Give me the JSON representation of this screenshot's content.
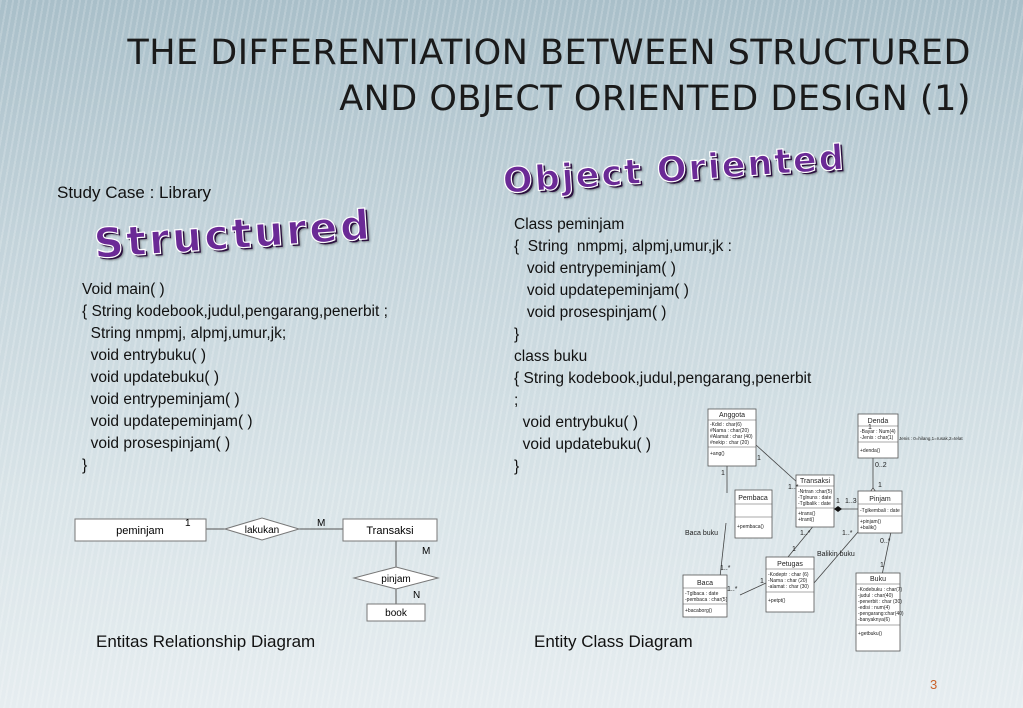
{
  "title": {
    "line1": "THE DIFFERENTIATION BETWEEN STRUCTURED",
    "line2": "AND OBJECT ORIENTED DESIGN (1)"
  },
  "study_case": "Study Case : Library",
  "structured": {
    "heading": "Structured",
    "code": "Void main( )\n{ String kodebook,judul,pengarang,penerbit ;\n  String nmpmj, alpmj,umur,jk;\n  void entrybuku( )\n  void updatebuku( )\n  void entrypeminjam( )\n  void updatepeminjam( )\n  void prosespinjam( )\n}"
  },
  "object_oriented": {
    "heading": "Object Oriented",
    "code": "Class peminjam\n{  String  nmpmj, alpmj,umur,jk :\n   void entrypeminjam( )\n   void updatepeminjam( )\n   void prosespinjam( )\n}\nclass buku\n{ String kodebook,judul,pengarang,penerbit\n;\n  void entrybuku( )\n  void updatebuku( )\n}"
  },
  "erd": {
    "peminjam": "peminjam",
    "lakukan": "lakukan",
    "transaksi": "Transaksi",
    "pinjam": "pinjam",
    "book": "book",
    "card_1": "1",
    "card_m1": "M",
    "card_m2": "M",
    "card_n": "N",
    "caption": "Entitas Relationship Diagram"
  },
  "class_diagram": {
    "caption": "Entity Class Diagram",
    "anggota": {
      "name": "Anggota",
      "attrs": [
        "-Kdid : char(6)",
        "#Nama : char(20)",
        "#Alamat : char (40)",
        "#nekip : char (20)"
      ],
      "ops": [
        "+ang()"
      ]
    },
    "denda": {
      "name": "Denda",
      "attrs": [
        "-Bayar : Num(4)",
        "-Jenis : char(1)"
      ],
      "ops": [
        "+denda()"
      ]
    },
    "denda_note": "Jenis : 0=hilang,1=rusak,2=telat",
    "pembaca": {
      "name": "Pembaca",
      "ops": [
        "+pembaca()"
      ]
    },
    "transaksi": {
      "name": "Transaksi",
      "attrs": [
        "-Nrtran :char(5)",
        "-Tglnuns : date",
        "-Tglbalik : date"
      ],
      "ops": [
        "+trans()",
        "+trant()"
      ]
    },
    "pinjam": {
      "name": "Pinjam",
      "attrs": [
        "-Tglkembali : date"
      ],
      "ops": [
        "+pinjam()",
        "+balik()"
      ]
    },
    "petugas": {
      "name": "Petugas",
      "attrs": [
        "-Kodeptr : char (6)",
        "-Nama : char (20)",
        "-alamat : char (30)"
      ],
      "ops": [
        "+petpt()"
      ]
    },
    "baca": {
      "name": "Baca",
      "attrs": [
        "-Tglbaca : date",
        "-pembaca : char(5)"
      ],
      "ops": [
        "+bacaborg()"
      ]
    },
    "buku": {
      "name": "Buku",
      "attrs": [
        "-Kodebuku : char(7)",
        "-judul : char(40)",
        "-penerbit : char (30)",
        "-edisi : num(4)",
        "-pengarang:char(40)",
        "-banyaknya(6)"
      ],
      "ops": [
        "+getbuku()"
      ]
    },
    "labels": {
      "baca_buku": "Baca buku",
      "balikin_buku": "Balikin buku",
      "m1": "1",
      "m2": "1",
      "m3": "1..*",
      "m4": "1",
      "m5": "0..2",
      "m6": "1",
      "m7": "1..3",
      "m8": "1",
      "m9": "1..*",
      "m10": "1..*",
      "m11": "1",
      "m12": "1..*",
      "m13": "1",
      "m14": "1..*",
      "m15": "0..*",
      "m16": "1"
    }
  },
  "page_number": "3"
}
